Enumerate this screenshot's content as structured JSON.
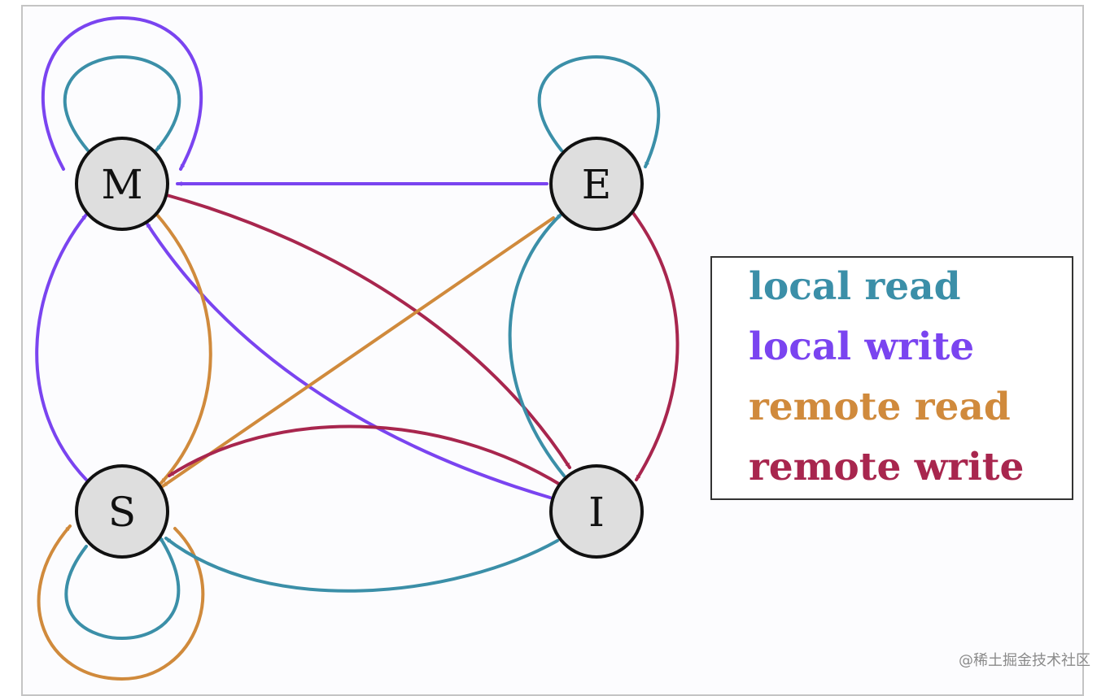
{
  "colors": {
    "local_read": "#3b8fa8",
    "local_write": "#7a44f0",
    "remote_read": "#d08a3c",
    "remote_write": "#a8264e",
    "node_fill": "#dedede",
    "node_stroke": "#111111"
  },
  "nodes": {
    "M": "M",
    "E": "E",
    "S": "S",
    "I": "I"
  },
  "legend": {
    "local_read": "local read",
    "local_write": "local write",
    "remote_read": "remote read",
    "remote_write": "remote write"
  },
  "watermark": "@稀土掘金技术社区"
}
